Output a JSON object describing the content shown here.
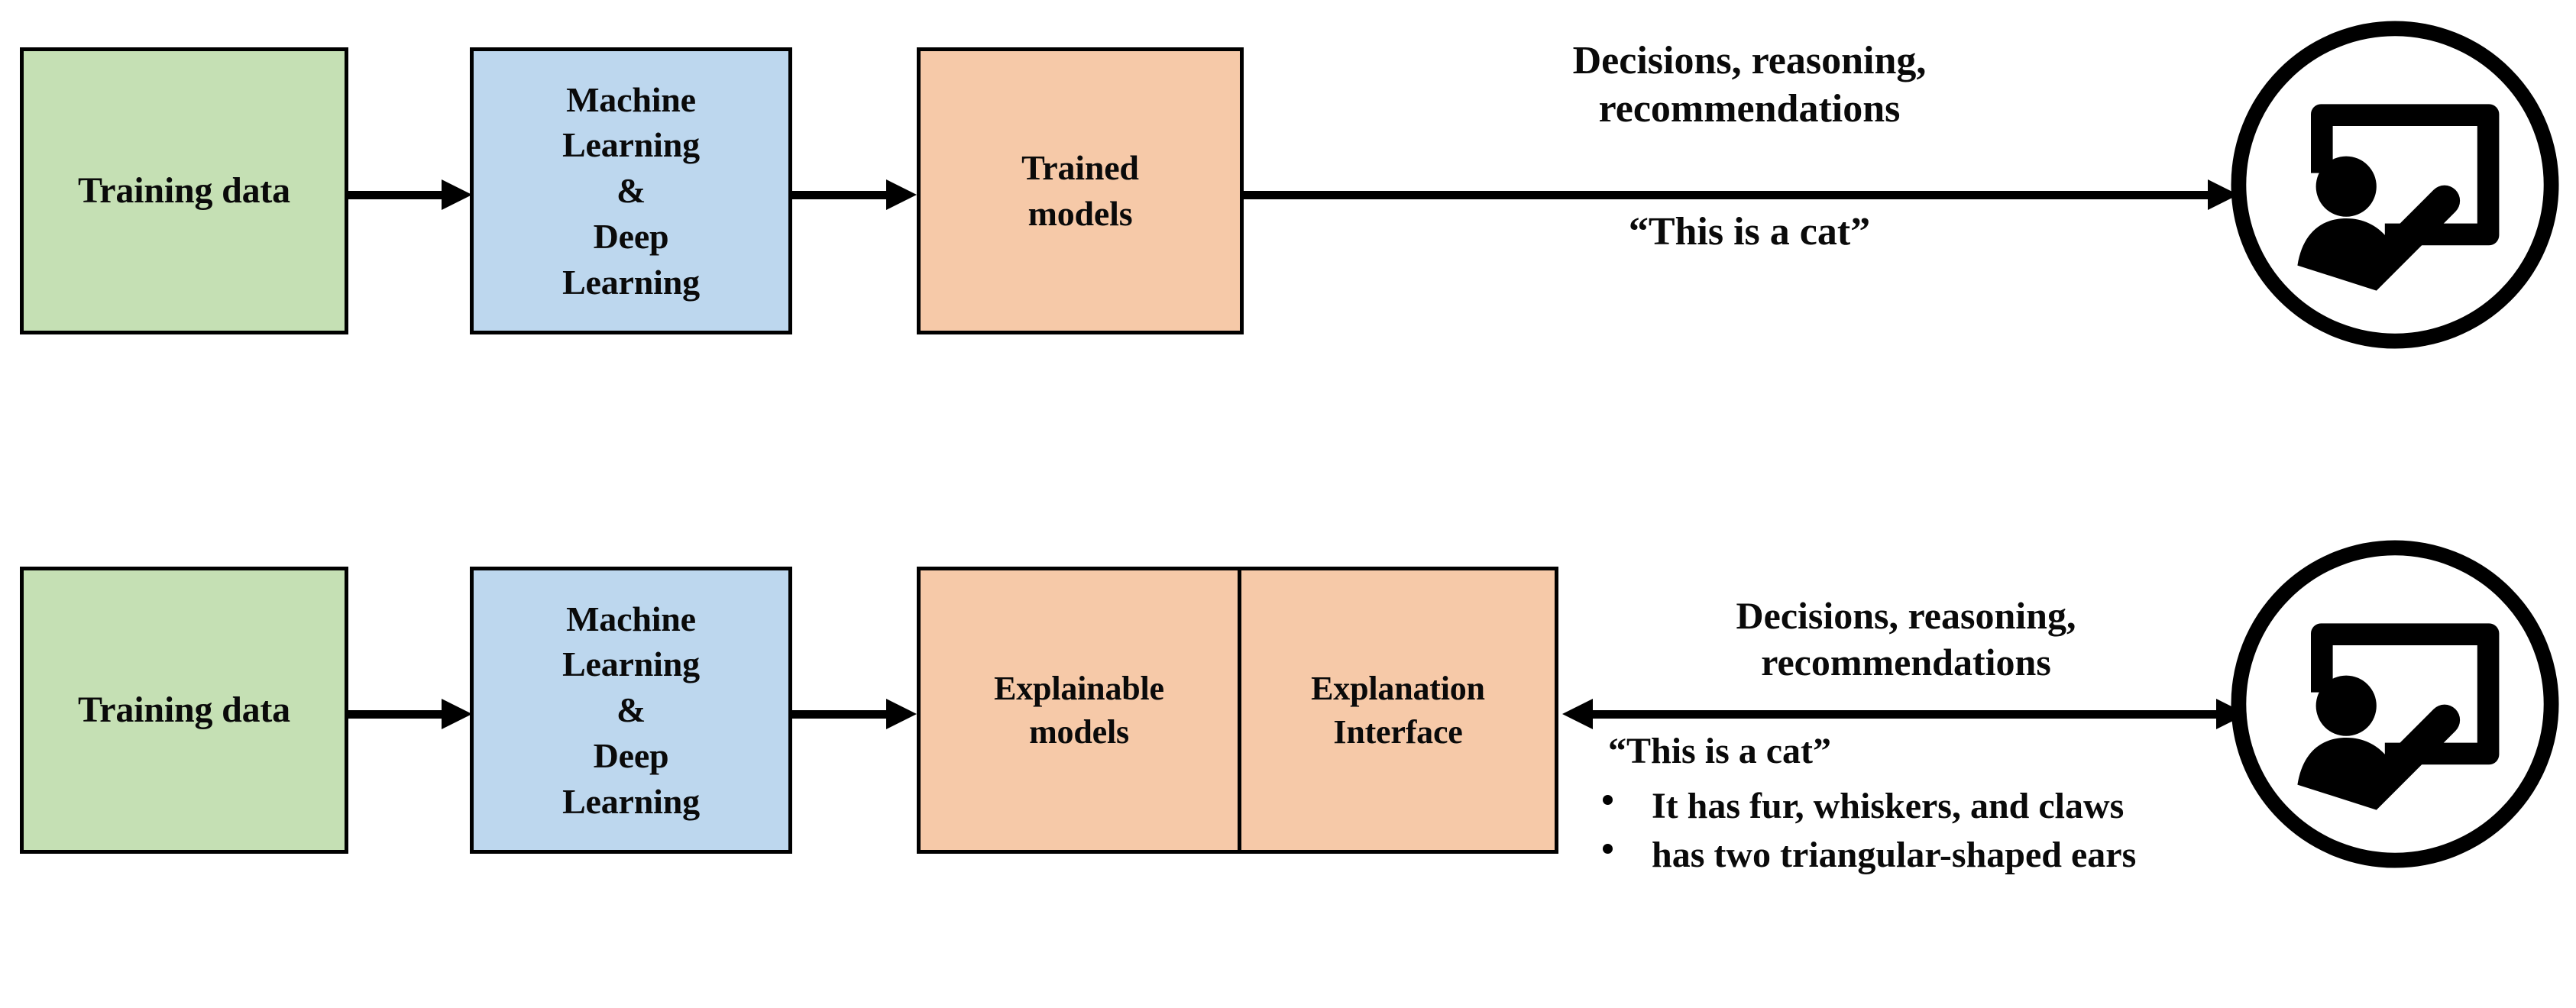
{
  "diagram": {
    "title": "Explainable AI concept diagram",
    "colors": {
      "green": "#c5e0b4",
      "blue": "#bdd7ee",
      "orange": "#f6c9a8",
      "stroke": "#000000",
      "text": "#0a0a0a",
      "background": "#ffffff"
    },
    "rows": [
      {
        "id": "today",
        "boxes": {
          "training_data": "Training data",
          "ml_dl": "Machine\nLearning\n&\nDeep\nLearning",
          "ml_dl_lines": [
            "Machine",
            "Learning",
            "&",
            "Deep",
            "Learning"
          ],
          "models": "Trained\nmodels",
          "models_lines": [
            "Trained",
            "models"
          ]
        },
        "output_caption_line1": "Decisions, reasoning,",
        "output_caption_line2": "recommendations",
        "output_quote": "“This is a cat”",
        "user_icon": "presenter-whiteboard-icon",
        "arrow_kinds": [
          "single-right",
          "single-right",
          "single-right"
        ]
      },
      {
        "id": "xai",
        "boxes": {
          "training_data": "Training data",
          "ml_dl_lines": [
            "Machine",
            "Learning",
            "&",
            "Deep",
            "Learning"
          ],
          "explainable_models_lines": [
            "Explainable",
            "models"
          ],
          "explanation_interface_lines": [
            "Explanation",
            "Interface"
          ]
        },
        "output_caption_line1": "Decisions, reasoning,",
        "output_caption_line2": "recommendations",
        "output_quote": "“This is a cat”",
        "bullets": [
          "It has fur, whiskers, and claws",
          "has two triangular-shaped ears"
        ],
        "user_icon": "presenter-whiteboard-icon",
        "arrow_kinds": [
          "single-right",
          "single-right",
          "double-headed"
        ]
      }
    ]
  }
}
